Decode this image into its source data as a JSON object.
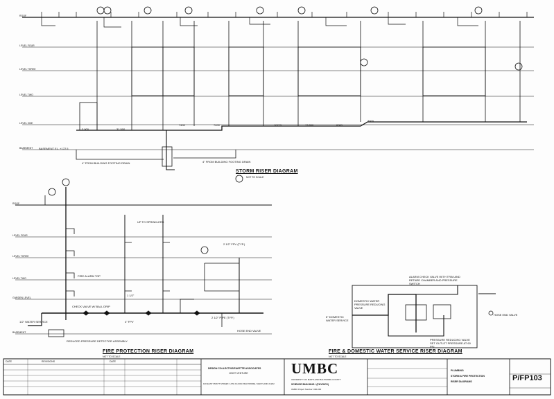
{
  "storm": {
    "title": "STORM RISER DIAGRAM",
    "subtitle": "NOT TO SCALE",
    "levels": [
      "ROOF",
      "LEVEL FOUR",
      "LEVEL THREE",
      "LEVEL TWO",
      "LEVEL ONE",
      "BASEMENT"
    ],
    "labels": {
      "drain_labels": [
        "4\" FROM BUILDING FOOTING DRAIN",
        "4\" FROM BUILDING FOOTING DRAIN"
      ],
      "basement_note": "BASEMENT EL. +172.5",
      "sizes": [
        "3,000",
        "31,500",
        "7400",
        "7400",
        "10775",
        "73,800",
        "6000",
        "3000"
      ]
    }
  },
  "fire": {
    "title": "FIRE PROTECTION RISER DIAGRAM",
    "subtitle": "NOT TO SCALE",
    "levels": [
      "ROOF",
      "LEVEL FOUR",
      "LEVEL THREE",
      "LEVEL TWO",
      "GARDEN LEVEL",
      "BASEMENT"
    ],
    "labels": {
      "sprinklers": "UP TO SPRINKLERS",
      "alarm": "FIRE ALARM TOP",
      "check": "CHECK VALVE W/ BALL DRIP",
      "reducer": "REDUCED PRESSURE DETECTOR ASSEMBLY",
      "hose": "HOSE END VALVE",
      "service": "1/2\" WATER SERVICE",
      "pipe_sizes": [
        "2 1/2\" FPV (TYP.)",
        "1 1/2\"",
        "4\" FPV",
        "2 1/2\" PIPE (TYP.)"
      ]
    }
  },
  "domestic": {
    "title": "FIRE & DOMESTIC WATER SERVICE RISER DIAGRAM",
    "subtitle": "NOT TO SCALE",
    "labels": {
      "alarm_check": "ALARM CHECK VALVE WITH TRIM AND RETARD CHAMBER AND PRESSURE SWITCH",
      "domestic": "DOMESTIC WATER PRESSURE REDUCING VALVE",
      "service": "6\" DOMESTIC WATER SERVICE",
      "hose": "HOSE END VALVE",
      "gauge": "PRESSURE REDUCING VALVE SET OUTLET PRESSURE AT 60 PSI"
    }
  },
  "title_block": {
    "architect_name": "DESIGN COLLECTIVE/FAYETTE ASSOCIATES",
    "architect_sub": "JOINT VENTURE",
    "architect_addr": "100 EAST PRATT STREET, 14TH FLOOR, BALTIMORE, MARYLAND 21202",
    "logo": "UMBC",
    "project_line1": "UNIVERSITY OF MARYLAND BALTIMORE COUNTY",
    "project_line2": "SCIENCE BUILDING / (PHYSICS)",
    "project_line3": "UMBC Project Number: 000-000",
    "drawing_title1": "PLUMBING",
    "drawing_title2": "STORM & FIRE PROTECTION",
    "drawing_title3": "RISER DIAGRAMS",
    "sheet_no": "P/FP103",
    "col_headers": [
      "DATE",
      "REVISIONS",
      "DATE"
    ]
  }
}
